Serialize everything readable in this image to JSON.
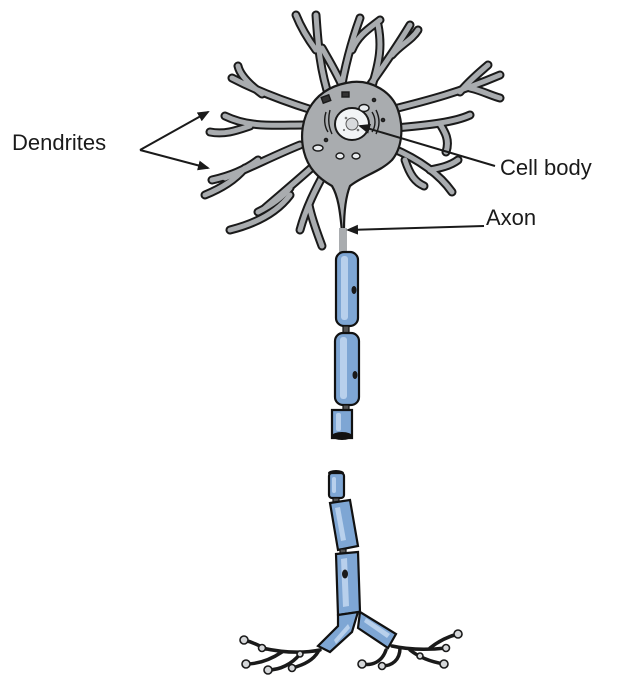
{
  "labels": {
    "dendrites": "Dendrites",
    "cell_body": "Cell body",
    "axon": "Axon"
  },
  "colors": {
    "soma_fill": "#a9acaf",
    "soma_light": "#c8cacc",
    "outline": "#1a1a1a",
    "myelin_fill": "#7ea6d4",
    "myelin_light": "#b8d0ec",
    "organelle": "#e9ecef",
    "nucleus": "#f2f4f6"
  },
  "icons": {
    "neuron": "neuron-illustration"
  }
}
